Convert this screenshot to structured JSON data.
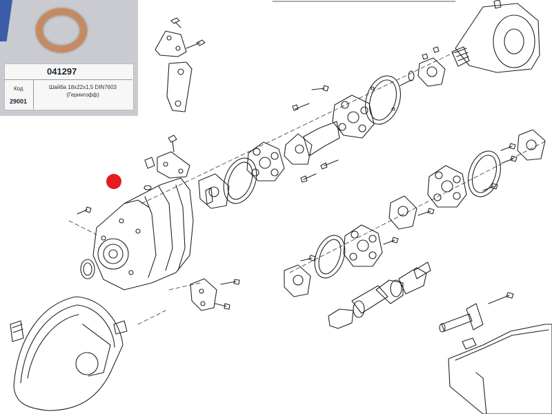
{
  "inset": {
    "part_number": "041297",
    "code_label": "Код",
    "code_value": "29001",
    "description_line1": "Шайба 18х22х1,5 DIN7603",
    "description_line2": "(Герингофф)",
    "ring_color": "#c58a62",
    "card_accent": "#3a5ea8"
  },
  "highlight": {
    "color": "#e51a22",
    "part": "copper-washer"
  }
}
